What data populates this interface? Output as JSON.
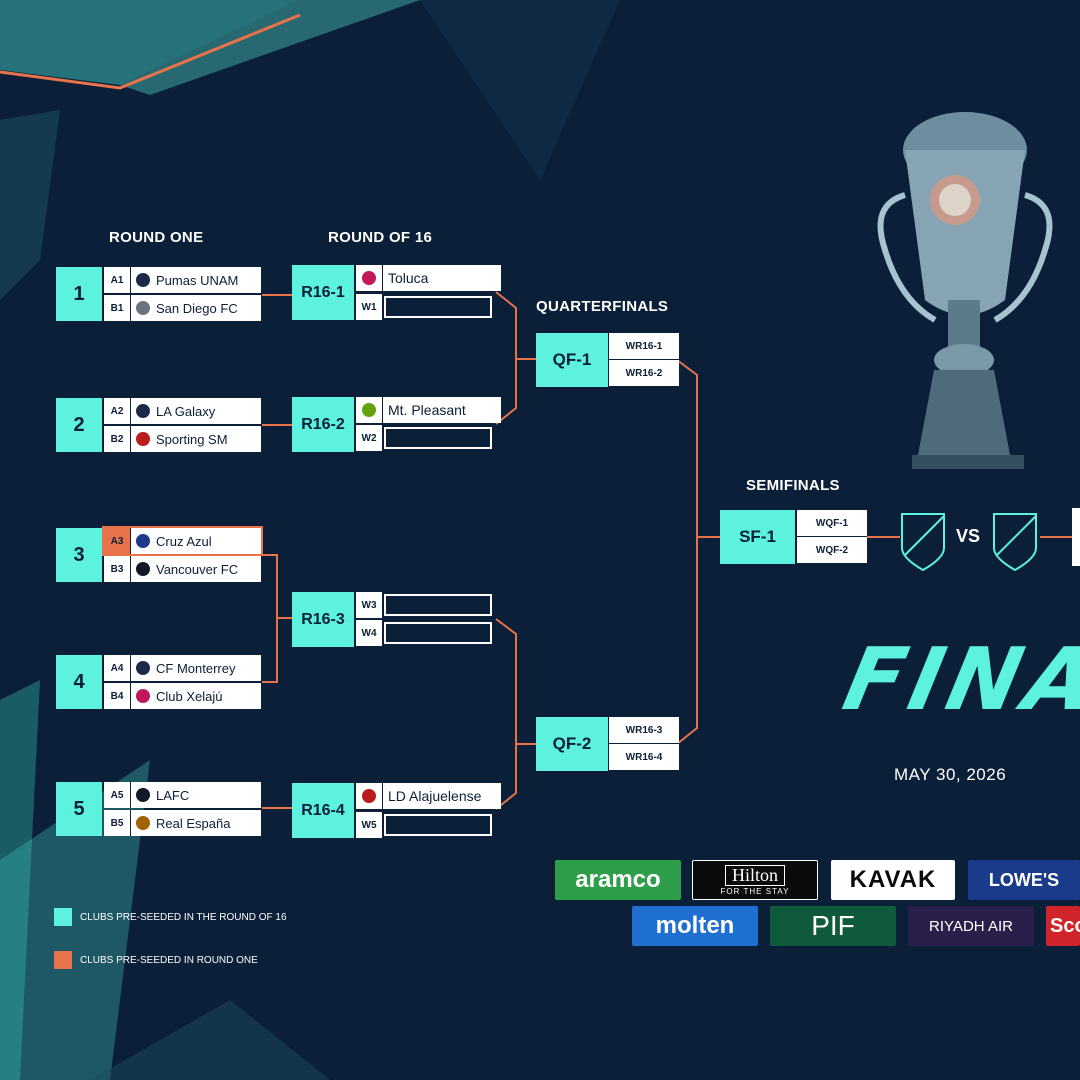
{
  "headings": {
    "round_one": "ROUND ONE",
    "round_of_16": "ROUND OF 16",
    "quarterfinals": "QUARTERFINALS",
    "semifinals": "SEMIFINALS"
  },
  "round_one": [
    {
      "seed": "1",
      "teams": [
        {
          "code": "A1",
          "name": "Pumas UNAM",
          "color": "#1c2a4a"
        },
        {
          "code": "B1",
          "name": "San Diego FC",
          "color": "#6b7280"
        }
      ]
    },
    {
      "seed": "2",
      "teams": [
        {
          "code": "A2",
          "name": "LA Galaxy",
          "color": "#1c2a4a"
        },
        {
          "code": "B2",
          "name": "Sporting SM",
          "color": "#b91c1c"
        }
      ]
    },
    {
      "seed": "3",
      "teams": [
        {
          "code": "A3",
          "name": "Cruz Azul",
          "color": "#1e3a8a"
        },
        {
          "code": "B3",
          "name": "Vancouver FC",
          "color": "#111827"
        }
      ]
    },
    {
      "seed": "4",
      "teams": [
        {
          "code": "A4",
          "name": "CF Monterrey",
          "color": "#1c2a4a"
        },
        {
          "code": "B4",
          "name": "Club Xelajú",
          "color": "#be185d"
        }
      ]
    },
    {
      "seed": "5",
      "teams": [
        {
          "code": "A5",
          "name": "LAFC",
          "color": "#111827"
        },
        {
          "code": "B5",
          "name": "Real España",
          "color": "#a16207"
        }
      ]
    }
  ],
  "round_of_16": [
    {
      "label": "R16-1",
      "rows": [
        {
          "code": "",
          "name": "Toluca",
          "color": "#c2185b"
        },
        {
          "code": "W1",
          "name": ""
        }
      ]
    },
    {
      "label": "R16-2",
      "rows": [
        {
          "code": "",
          "name": "Mt. Pleasant",
          "color": "#65a30d"
        },
        {
          "code": "W2",
          "name": ""
        }
      ]
    },
    {
      "label": "R16-3",
      "rows": [
        {
          "code": "W3",
          "name": ""
        },
        {
          "code": "W4",
          "name": ""
        }
      ]
    },
    {
      "label": "R16-4",
      "rows": [
        {
          "code": "",
          "name": "LD Alajuelense",
          "color": "#b91c1c"
        },
        {
          "code": "W5",
          "name": ""
        }
      ]
    }
  ],
  "quarterfinals": [
    {
      "label": "QF-1",
      "rows": [
        "WR16-1",
        "WR16-2"
      ]
    },
    {
      "label": "QF-2",
      "rows": [
        "WR16-3",
        "WR16-4"
      ]
    }
  ],
  "semifinals": [
    {
      "label": "SF-1",
      "rows": [
        "WQF-1",
        "WQF-2"
      ]
    }
  ],
  "vs": "VS",
  "final_title": "FINAL",
  "final_date": "MAY 30, 2026",
  "legend": [
    {
      "color": "#5cf2de",
      "text": "CLUBS PRE-SEEDED IN THE ROUND OF 16"
    },
    {
      "color": "#e8734a",
      "text": "CLUBS PRE-SEEDED IN ROUND ONE"
    }
  ],
  "sponsors": [
    {
      "name": "aramco",
      "bg": "#2e9e4a",
      "fg": "#ffffff"
    },
    {
      "name": "Hilton",
      "sub": "FOR THE STAY",
      "bg": "#0b0b0b",
      "fg": "#ffffff"
    },
    {
      "name": "KAVAK",
      "bg": "#ffffff",
      "fg": "#0b0b0b"
    },
    {
      "name": "LOWE'S",
      "bg": "#1a3a8a",
      "fg": "#ffffff"
    },
    {
      "name": "molten",
      "bg": "#1f6fd1",
      "fg": "#ffffff"
    },
    {
      "name": "PIF",
      "bg": "#0f5a3a",
      "fg": "#ffffff"
    },
    {
      "name": "RIYADH AIR",
      "bg": "#2a1f4a",
      "fg": "#ffffff"
    },
    {
      "name": "Sco",
      "bg": "#d1232a",
      "fg": "#ffffff"
    }
  ],
  "colors": {
    "accent": "#5cf2de",
    "orange": "#e8734a",
    "navy": "#0b1f38"
  }
}
